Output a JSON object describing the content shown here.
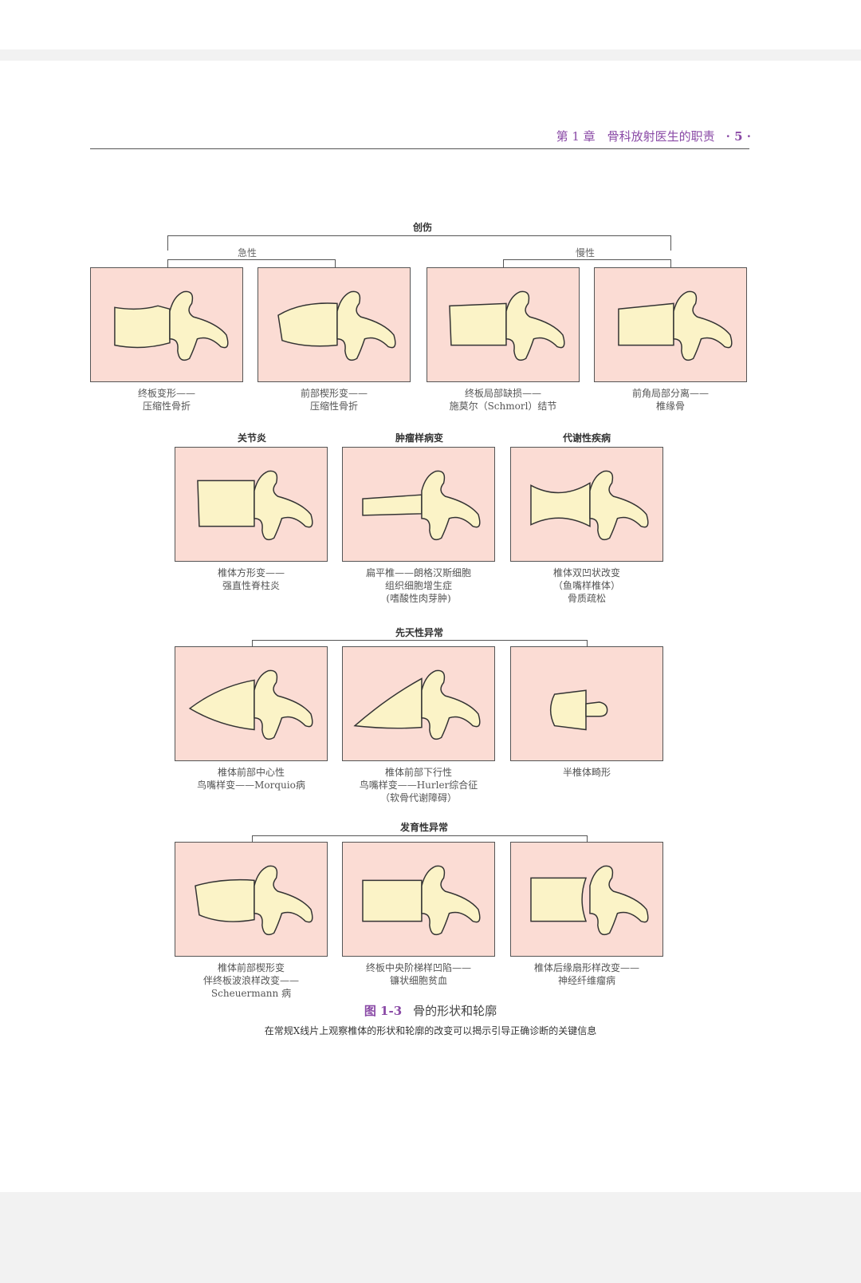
{
  "header": {
    "chapter": "第 1 章　骨科放射医生的职责",
    "page": "· 5 ·"
  },
  "sections": {
    "trauma": "创伤",
    "acute": "急性",
    "chronic": "慢性",
    "arthritis": "关节炎",
    "tumor": "肿瘤样病变",
    "metabolic": "代谢性疾病",
    "congenital": "先天性异常",
    "developmental": "发育性异常"
  },
  "captions": [
    [
      "终板变形——",
      "压缩性骨折"
    ],
    [
      "前部楔形变——",
      "压缩性骨折"
    ],
    [
      "终板局部缺损——",
      "施莫尔（Schmorl）结节"
    ],
    [
      "前角局部分离——",
      "椎缘骨"
    ],
    [
      "椎体方形变——",
      "强直性脊柱炎"
    ],
    [
      "扁平椎——朗格汉斯细胞",
      "组织细胞增生症",
      "(嗜酸性肉芽肿)"
    ],
    [
      "椎体双凹状改变",
      "（鱼嘴样椎体）",
      "骨质疏松"
    ],
    [
      "椎体前部中心性",
      "鸟嘴样变——Morquio病"
    ],
    [
      "椎体前部下行性",
      "鸟嘴样变——Hurler综合征",
      "（软骨代谢障碍）"
    ],
    [
      "半椎体畸形"
    ],
    [
      "椎体前部楔形变",
      "伴终板波浪样改变——",
      "Scheuermann 病"
    ],
    [
      "终板中央阶梯样凹陷——",
      "镰状细胞贫血"
    ],
    [
      "椎体后缘扇形样改变——",
      "神经纤维瘤病"
    ]
  ],
  "figure": {
    "number": "图 1-3",
    "title": "骨的形状和轮廓",
    "description": "在常规X线片上观察椎体的形状和轮廓的改变可以揭示引导正确诊断的关键信息"
  },
  "colors": {
    "accent": "#8a4aa6",
    "panel": "#fbdcd4",
    "bone": "#fbf3c7"
  }
}
